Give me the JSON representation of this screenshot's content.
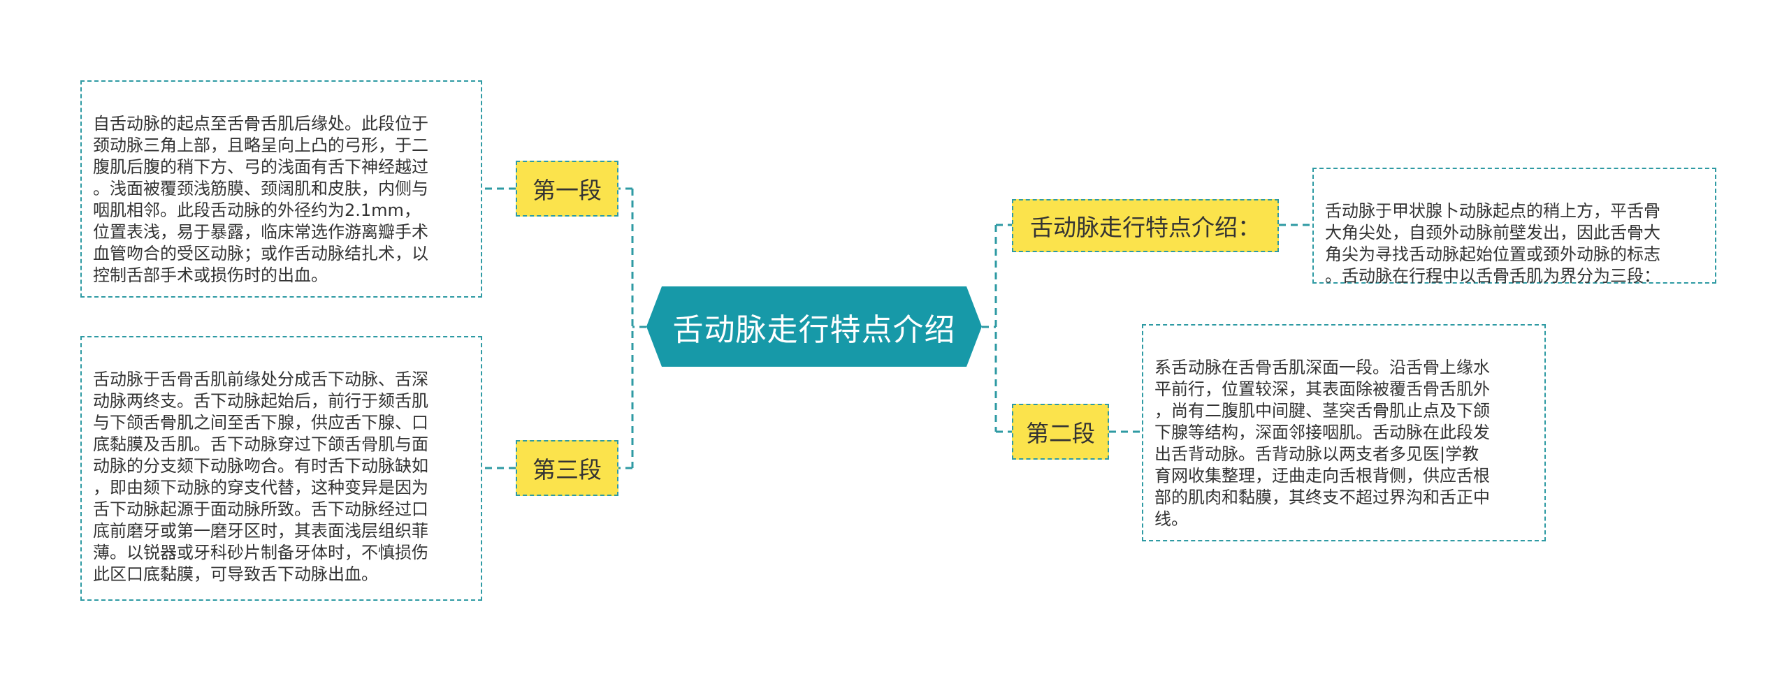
{
  "colors": {
    "center_fill": "#1799a8",
    "branch_fill": "#fbe34c",
    "line": "#2e9aa3",
    "text": "#333333"
  },
  "center": {
    "title": "舌动脉走行特点介绍"
  },
  "branches": {
    "intro": {
      "label": "舌动脉走行特点介绍："
    },
    "seg1": {
      "label": "第一段"
    },
    "seg2": {
      "label": "第二段"
    },
    "seg3": {
      "label": "第三段"
    }
  },
  "notes": {
    "intro": "舌动脉于甲状腺卜动脉起点的稍上方，平舌骨\n大角尖处，自颈外动脉前壁发出，因此舌骨大\n角尖为寻找舌动脉起始位置或颈外动脉的标志\n。舌动脉在行程中以舌骨舌肌为界分为三段：",
    "seg1": "自舌动脉的起点至舌骨舌肌后缘处。此段位于\n颈动脉三角上部，且略呈向上凸的弓形，于二\n腹肌后腹的稍下方、弓的浅面有舌下神经越过\n。浅面被覆颈浅筋膜、颈阔肌和皮肤，内侧与\n咽肌相邻。此段舌动脉的外径约为2.1mm，\n位置表浅，易于暴露，临床常选作游离瓣手术\n血管吻合的受区动脉；或作舌动脉结扎术，以\n控制舌部手术或损伤时的出血。",
    "seg2": "系舌动脉在舌骨舌肌深面一段。沿舌骨上缘水\n平前行，位置较深，其表面除被覆舌骨舌肌外\n，尚有二腹肌中间腱、茎突舌骨肌止点及下颌\n下腺等结构，深面邻接咽肌。舌动脉在此段发\n出舌背动脉。舌背动脉以两支者多见医|学教\n育网收集整理，迂曲走向舌根背侧，供应舌根\n部的肌肉和黏膜，其终支不超过界沟和舌正中\n线。",
    "seg3": "舌动脉于舌骨舌肌前缘处分成舌下动脉、舌深\n动脉两终支。舌下动脉起始后，前行于颏舌肌\n与下颌舌骨肌之间至舌下腺，供应舌下腺、口\n底黏膜及舌肌。舌下动脉穿过下颌舌骨肌与面\n动脉的分支颏下动脉吻合。有时舌下动脉缺如\n，即由颏下动脉的穿支代替，这种变异是因为\n舌下动脉起源于面动脉所致。舌下动脉经过口\n底前磨牙或第一磨牙区时，其表面浅层组织菲\n薄。以锐器或牙科砂片制备牙体时，不慎损伤\n此区口底黏膜，可导致舌下动脉出血。"
  }
}
